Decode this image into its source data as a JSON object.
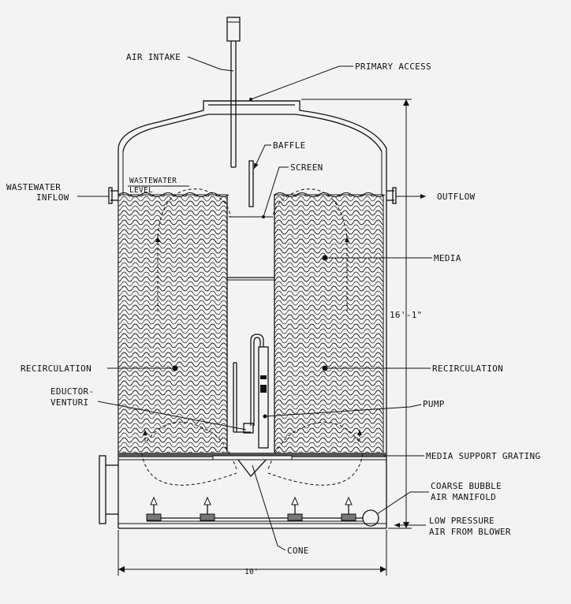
{
  "labels": {
    "air_intake": "AIR INTAKE",
    "primary_access": "PRIMARY ACCESS",
    "baffle": "BAFFLE",
    "screen": "SCREEN",
    "wastewater_inflow_1": "WASTEWATER",
    "wastewater_inflow_2": "INFLOW",
    "wastewater_level_1": "WASTEWATER",
    "wastewater_level_2": "LEVEL",
    "outflow": "OUTFLOW",
    "media": "MEDIA",
    "height_dim": "16'-1\"",
    "recirculation_left": "RECIRCULATION",
    "recirculation_right": "RECIRCULATION",
    "eductor_1": "EDUCTOR-",
    "eductor_2": "VENTURI",
    "pump": "PUMP",
    "media_support": "MEDIA SUPPORT GRATING",
    "manifold_1": "COARSE BUBBLE",
    "manifold_2": "AIR MANIFOLD",
    "low_pressure_1": "LOW PRESSURE",
    "low_pressure_2": "AIR FROM BLOWER",
    "cone": "CONE",
    "width_dim": "10'"
  }
}
